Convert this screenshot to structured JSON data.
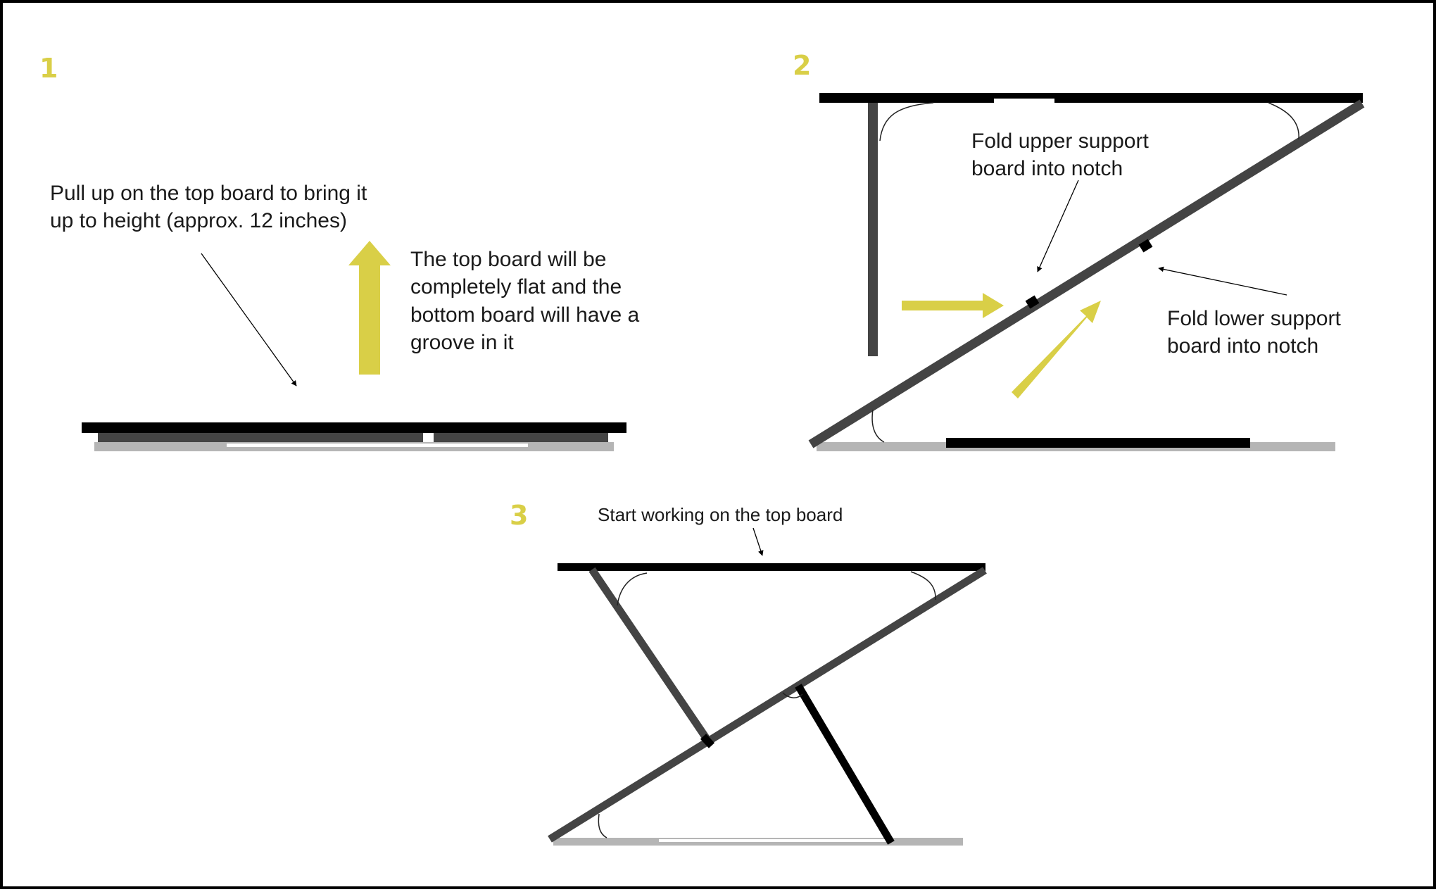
{
  "steps": [
    {
      "number": "1",
      "annotation_1_line_1": "Pull up on the top board to bring it",
      "annotation_1_line_2": "up to height (approx. 12 inches)",
      "annotation_2_line_1": "The top board will be",
      "annotation_2_line_2": "completely flat and the",
      "annotation_2_line_3": "bottom board will have a",
      "annotation_2_line_4": "groove in it"
    },
    {
      "number": "2",
      "annotation_1_line_1": "Fold upper support",
      "annotation_1_line_2": "board into notch",
      "annotation_2_line_1": "Fold lower support",
      "annotation_2_line_2": "board into notch"
    },
    {
      "number": "3",
      "annotation_1_line_1": "Start working on the top board"
    }
  ],
  "colors": {
    "accent_yellow": "#d9cf47",
    "board_black": "#000000",
    "board_dark_gray": "#444444",
    "floor_light_gray": "#b5b5b5"
  }
}
